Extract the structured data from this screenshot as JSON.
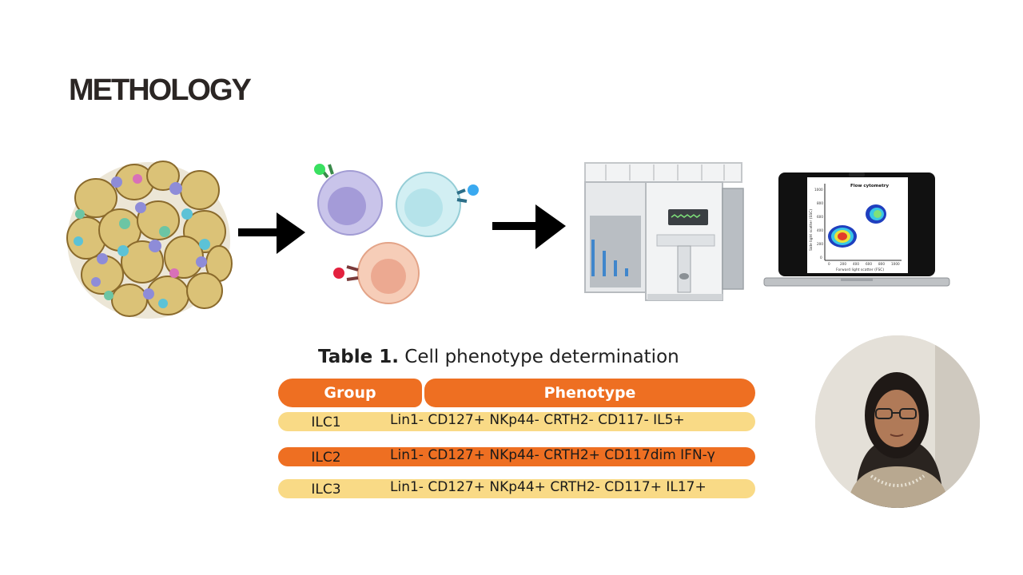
{
  "slide": {
    "title": "METHOLOGY"
  },
  "table": {
    "caption_bold": "Table 1.",
    "caption_rest": " Cell phenotype determination",
    "headers": [
      "Group",
      "Phenotype"
    ],
    "rows": [
      {
        "group": "ILC1",
        "phenotype": "Lin1- CD127+ NKp44- CRTH2- CD117- IL5+"
      },
      {
        "group": "ILC2",
        "phenotype": "Lin1- CD127+ NKp44- CRTH2+ CD117dim IFN-γ"
      },
      {
        "group": "ILC3",
        "phenotype": "Lin1- CD127+ NKp44+ CRTH2- CD117+ IL17+"
      }
    ]
  },
  "flow_plot": {
    "title": "Flow cytometry",
    "xlabel": "Forward light scatter (FSC)",
    "ylabel": "Side light scatter (SSC)",
    "x_ticks": [
      "0",
      "200",
      "400",
      "600",
      "800",
      "1000"
    ],
    "y_ticks": [
      "0",
      "200",
      "400",
      "600",
      "800",
      "1000"
    ]
  },
  "colors": {
    "accent_orange": "#ee6f22",
    "row_yellow": "#f9da86",
    "title_dark": "#2b2624"
  }
}
